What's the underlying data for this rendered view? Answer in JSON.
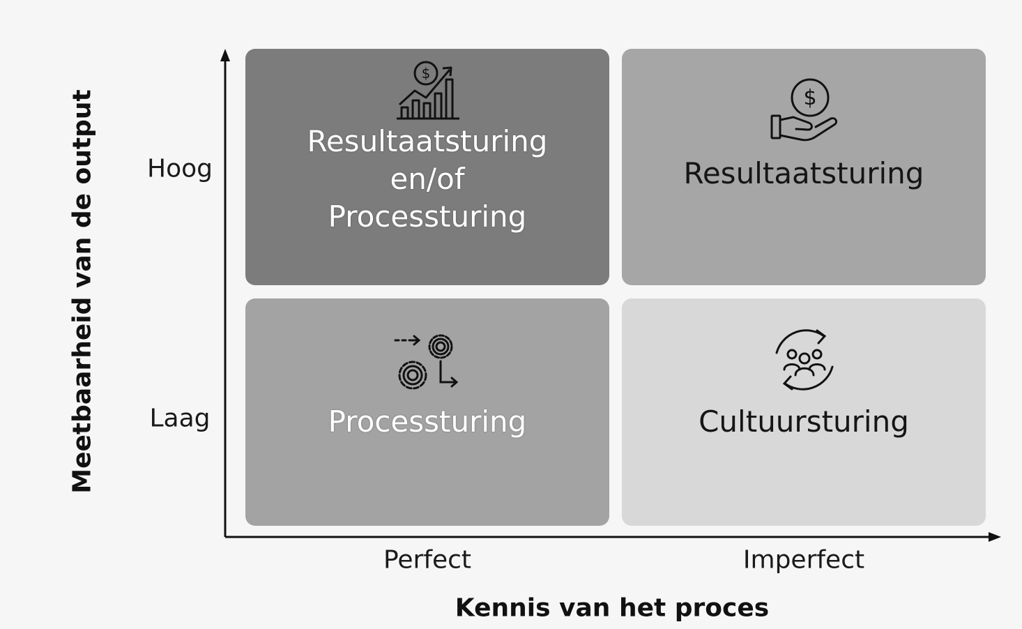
{
  "axes": {
    "y_title": "Meetbaarheid van de output",
    "x_title": "Kennis van het proces",
    "y_ticks": {
      "high": "Hoog",
      "low": "Laag"
    },
    "x_ticks": {
      "left": "Perfect",
      "right": "Imperfect"
    }
  },
  "quadrants": {
    "top_left": {
      "line1": "Resultaatsturing",
      "line2": "en/of",
      "line3": "Processturing",
      "icon": "growth-chart-dollar-icon",
      "color": "#7c7c7c"
    },
    "top_right": {
      "label": "Resultaatsturing",
      "icon": "hand-holding-dollar-icon",
      "color": "#a6a6a6"
    },
    "bottom_left": {
      "label": "Processturing",
      "icon": "gears-process-icon",
      "color": "#a3a3a3"
    },
    "bottom_right": {
      "label": "Cultuursturing",
      "icon": "people-cycle-icon",
      "color": "#d8d8d8"
    }
  },
  "symbols": {
    "dollar": "$"
  }
}
